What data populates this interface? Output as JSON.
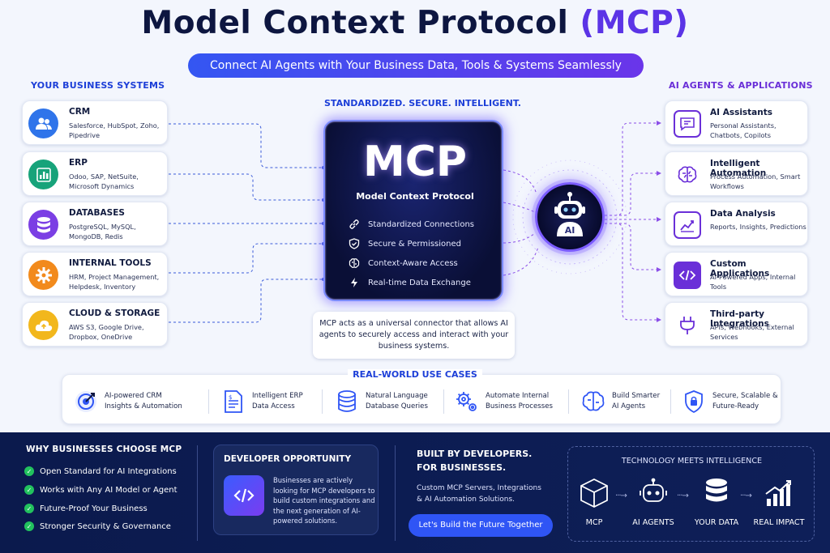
{
  "title": {
    "main": "Model Context Protocol",
    "accent": "(MCP)"
  },
  "subtitle": "Connect AI Agents with Your Business Data, Tools & Systems Seamlessly",
  "left_heading": "YOUR BUSINESS SYSTEMS",
  "right_heading": "AI AGENTS & APPLICATIONS",
  "tagline": "STANDARDIZED. SECURE. INTELLIGENT.",
  "business_systems": [
    {
      "title": "CRM",
      "desc": "Salesforce, HubSpot, Zoho, Pipedrive",
      "icon": "users-icon",
      "color": "#2f74ea"
    },
    {
      "title": "ERP",
      "desc": "Odoo, SAP, NetSuite, Microsoft Dynamics",
      "icon": "bar-chart-icon",
      "color": "#17a37a"
    },
    {
      "title": "DATABASES",
      "desc": "PostgreSQL, MySQL, MongoDB, Redis",
      "icon": "database-icon",
      "color": "#7b3fe4"
    },
    {
      "title": "INTERNAL TOOLS",
      "desc": "HRM, Project Management, Helpdesk, Inventory",
      "icon": "gear-icon",
      "color": "#f28a1c"
    },
    {
      "title": "CLOUD & STORAGE",
      "desc": "AWS S3, Google Drive, Dropbox, OneDrive",
      "icon": "cloud-icon",
      "color": "#f2b71c"
    }
  ],
  "ai_apps": [
    {
      "title": "AI Assistants",
      "desc": "Personal Assistants, Chatbots, Copilots",
      "icon": "chat-icon"
    },
    {
      "title": "Intelligent Automation",
      "desc": "Process Automation, Smart Workflows",
      "icon": "brain-icon"
    },
    {
      "title": "Data Analysis",
      "desc": "Reports, Insights, Predictions",
      "icon": "chart-icon"
    },
    {
      "title": "Custom Applications",
      "desc": "AI-Powered Apps, Internal Tools",
      "icon": "code-icon"
    },
    {
      "title": "Third-party Integrations",
      "desc": "APIs, Webhooks, External Services",
      "icon": "plug-icon"
    }
  ],
  "mcp": {
    "big": "MCP",
    "sub": "Model Context Protocol",
    "features": [
      {
        "label": "Standardized Connections",
        "icon": "link-icon"
      },
      {
        "label": "Secure & Permissioned",
        "icon": "shield-icon"
      },
      {
        "label": "Context-Aware Access",
        "icon": "brain-icon"
      },
      {
        "label": "Real-time Data Exchange",
        "icon": "bolt-icon"
      }
    ],
    "note": "MCP acts as a universal connector that allows AI agents to securely access and interact with your business systems."
  },
  "robot_label": "AI",
  "use_cases_heading": "REAL-WORLD USE CASES",
  "use_cases": [
    {
      "label": "AI-powered CRM Insights & Automation",
      "icon": "target-icon"
    },
    {
      "label": "Intelligent ERP Data Access",
      "icon": "document-icon"
    },
    {
      "label": "Natural Language Database Queries",
      "icon": "database-icon"
    },
    {
      "label": "Automate Internal Business Processes",
      "icon": "gears-icon"
    },
    {
      "label": "Build Smarter AI Agents",
      "icon": "brain-icon"
    },
    {
      "label": "Secure, Scalable & Future-Ready",
      "icon": "lock-shield-icon"
    }
  ],
  "why": {
    "heading": "WHY BUSINESSES CHOOSE MCP",
    "items": [
      "Open Standard for AI Integrations",
      "Works with Any AI Model or Agent",
      "Future-Proof Your Business",
      "Stronger Security & Governance"
    ]
  },
  "developer": {
    "heading": "DEVELOPER OPPORTUNITY",
    "text": "Businesses are actively looking for MCP developers to build custom integrations and the next generation of AI-powered solutions."
  },
  "built": {
    "heading_line1": "BUILT BY DEVELOPERS.",
    "heading_line2": "FOR BUSINESSES.",
    "text": "Custom MCP Servers, Integrations & AI Automation Solutions.",
    "cta": "Let's Build the Future Together"
  },
  "tech": {
    "heading": "TECHNOLOGY MEETS INTELLIGENCE",
    "steps": [
      {
        "label": "MCP",
        "icon": "cube-icon"
      },
      {
        "label": "AI AGENTS",
        "icon": "robot-icon"
      },
      {
        "label": "YOUR DATA",
        "icon": "database-icon"
      },
      {
        "label": "REAL IMPACT",
        "icon": "growth-chart-icon"
      }
    ]
  }
}
